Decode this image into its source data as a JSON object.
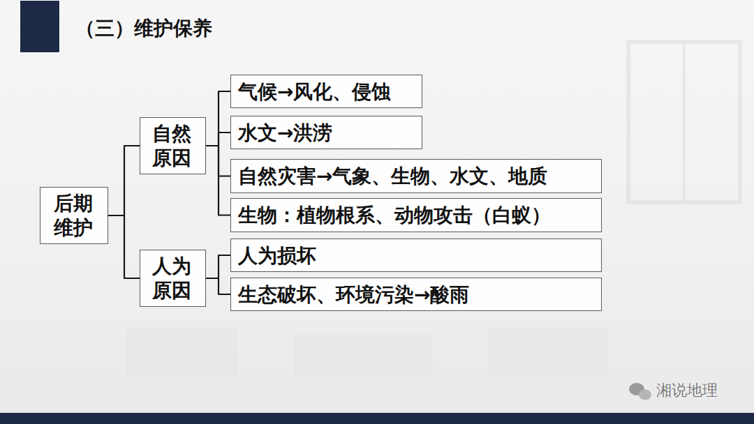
{
  "diagram": {
    "title": "（三）维护保养",
    "nodes": [
      {
        "text": [
          "后期维护"
        ]
      },
      {
        "text": [
          "自然原因"
        ]
      },
      {
        "text": [
          "气候→风化、侵蚀"
        ]
      },
      {
        "text": [
          "水文→洪涝"
        ]
      },
      {
        "text": [
          "自然灾害→气象、生物、水文、地质"
        ]
      },
      {
        "text": [
          "生物：植物根系、动物攻击（白蚁）"
        ]
      },
      {
        "text": [
          "人为原因"
        ]
      },
      {
        "text": [
          "人为损坏"
        ]
      },
      {
        "text": [
          "生态破坏、环境污染→酸雨"
        ]
      }
    ],
    "edges": [
      {
        "from": 0,
        "to": 1,
        "arrow": "none"
      },
      {
        "from": 0,
        "to": 6,
        "arrow": "none"
      },
      {
        "from": 1,
        "to": 2,
        "arrow": "none"
      },
      {
        "from": 1,
        "to": 3,
        "arrow": "none"
      },
      {
        "from": 1,
        "to": 4,
        "arrow": "none"
      },
      {
        "from": 1,
        "to": 5,
        "arrow": "none"
      },
      {
        "from": 6,
        "to": 7,
        "arrow": "none"
      },
      {
        "from": 6,
        "to": 8,
        "arrow": "none"
      }
    ],
    "labels": [
      "湘说地理"
    ]
  }
}
